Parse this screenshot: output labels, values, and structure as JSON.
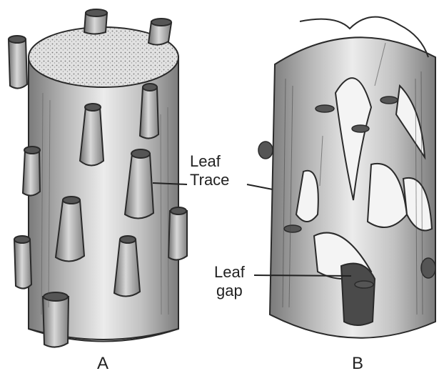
{
  "labels": {
    "leaf_trace_line1": "Leaf",
    "leaf_trace_line2": "Trace",
    "leaf_gap_line1": "Leaf",
    "leaf_gap_line2": "gap",
    "panel_a": "A",
    "panel_b": "B"
  },
  "colors": {
    "stele_fill": "#bdbdbd",
    "stele_shadow": "#6e6e6e",
    "stele_light": "#e6e6e6",
    "outline": "#2a2a2a",
    "gap_dark": "#4a4a4a"
  }
}
